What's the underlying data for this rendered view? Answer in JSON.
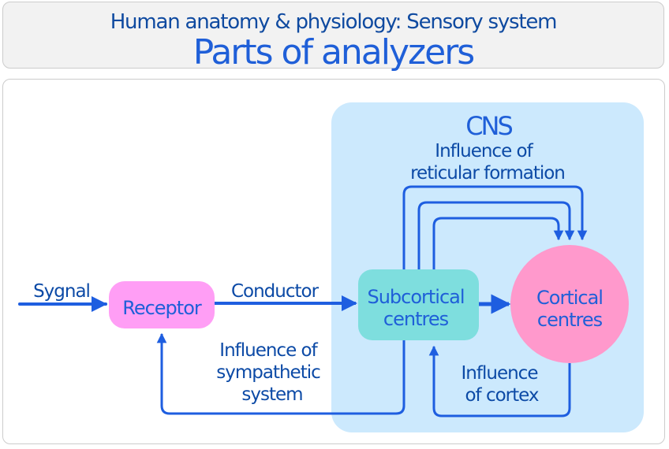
{
  "header": {
    "subtitle": "Human anatomy & physiology: Sensory system",
    "title": "Parts of analyzers"
  },
  "diagram": {
    "colors": {
      "arrow": "#1e5ee0",
      "cns_background": "#cce9fd",
      "receptor_fill": "#ff9ef5",
      "subcortical_fill": "#7edede",
      "cortical_fill": "#ff99cc",
      "label_text": "#0c4aa6",
      "node_text": "#1f5fd8"
    },
    "region": {
      "label": "CNS"
    },
    "nodes": {
      "receptor": {
        "label": "Receptor"
      },
      "subcortical": {
        "line1": "Subcortical",
        "line2": "centres"
      },
      "cortical": {
        "line1": "Cortical",
        "line2": "centres"
      }
    },
    "edges": {
      "signal": {
        "label": "Sygnal"
      },
      "conductor": {
        "label": "Conductor"
      },
      "reticular": {
        "line1": "Influence of",
        "line2": "reticular formation"
      },
      "sympathetic": {
        "line1": "Influence of",
        "line2": "sympathetic",
        "line3": "system"
      },
      "cortex": {
        "line1": "Influence",
        "line2": "of cortex"
      }
    }
  }
}
